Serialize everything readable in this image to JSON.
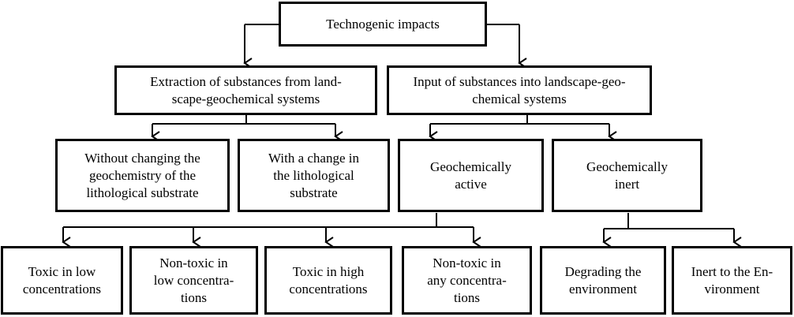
{
  "diagram": {
    "root": {
      "label": "Technogenic impacts"
    },
    "extraction": {
      "label": "Extraction of substances from land-scape-geochemical systems",
      "line1": "Extraction of substances from land-",
      "line2": "scape-geochemical systems"
    },
    "input": {
      "label": "Input of substances into landscape-geo-chemical systems",
      "line1": "Input of substances into landscape-geo-",
      "line2": "chemical systems"
    },
    "without_change": {
      "line1": "Without changing the",
      "line2": "geochemistry of the",
      "line3": "lithological substrate"
    },
    "with_change": {
      "line1": "With a change in",
      "line2": "the lithological",
      "line3": "substrate"
    },
    "geo_active": {
      "line1": "Geochemically",
      "line2": "active"
    },
    "geo_inert": {
      "line1": "Geochemically",
      "line2": "inert"
    },
    "toxic_low": {
      "line1": "Toxic in low",
      "line2": "concentrations"
    },
    "nontoxic_low": {
      "line1": "Non-toxic in",
      "line2": "low concentra-",
      "line3": "tions"
    },
    "toxic_high": {
      "line1": "Toxic in high",
      "line2": "concentrations"
    },
    "nontoxic_any": {
      "line1": "Non-toxic in",
      "line2": "any concentra-",
      "line3": "tions"
    },
    "degrading": {
      "line1": "Degrading the",
      "line2": "environment"
    },
    "inert_env": {
      "line1": "Inert to the En-",
      "line2": "vironment"
    }
  }
}
